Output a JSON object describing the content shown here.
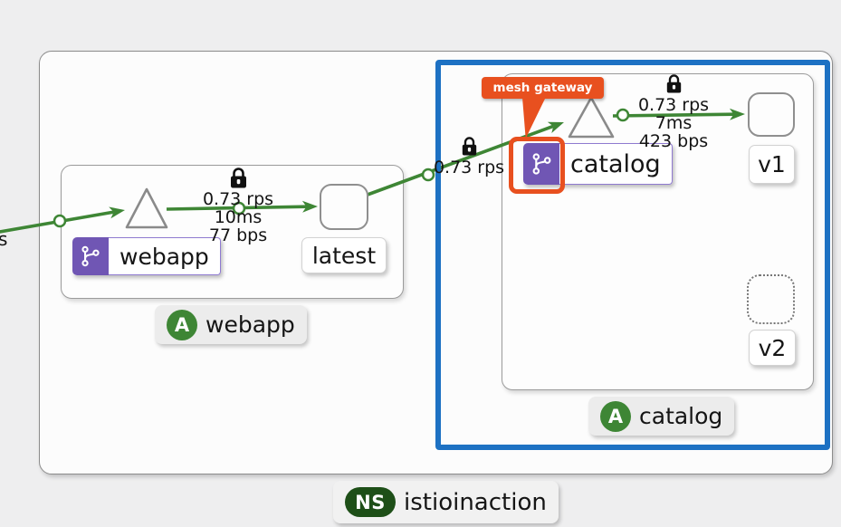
{
  "namespace_box": {
    "badge": "NS",
    "name": "istioinaction"
  },
  "groups": {
    "webapp": {
      "badge": "A",
      "name": "webapp"
    },
    "catalog": {
      "badge": "A",
      "name": "catalog"
    }
  },
  "nodes": {
    "webapp_service": "webapp",
    "webapp_workload": "latest",
    "catalog_service": "catalog",
    "catalog_v1": "v1",
    "catalog_v2": "v2"
  },
  "edge_labels": {
    "inbound_clipped": "s",
    "webapp_to_latest": {
      "rps": "0.73 rps",
      "latency": "10ms",
      "bytes": "77 bps"
    },
    "webapp_to_catalog": {
      "rps": "0.73 rps"
    },
    "catalog_to_v1": {
      "rps": "0.73 rps",
      "latency": "7ms",
      "bytes": "423 bps"
    }
  },
  "tooltip": {
    "label": "mesh gateway"
  },
  "icons": {
    "lock": "mtls-lock-icon",
    "version_app": "git-branch-icon"
  },
  "colors": {
    "edge_green": "#3e8635",
    "selection_blue": "#1d71c3",
    "highlight_orange": "#e8501f",
    "icon_purple": "#7056b4",
    "app_badge_green": "#3e8635",
    "ns_badge_green": "#1e4f18"
  }
}
